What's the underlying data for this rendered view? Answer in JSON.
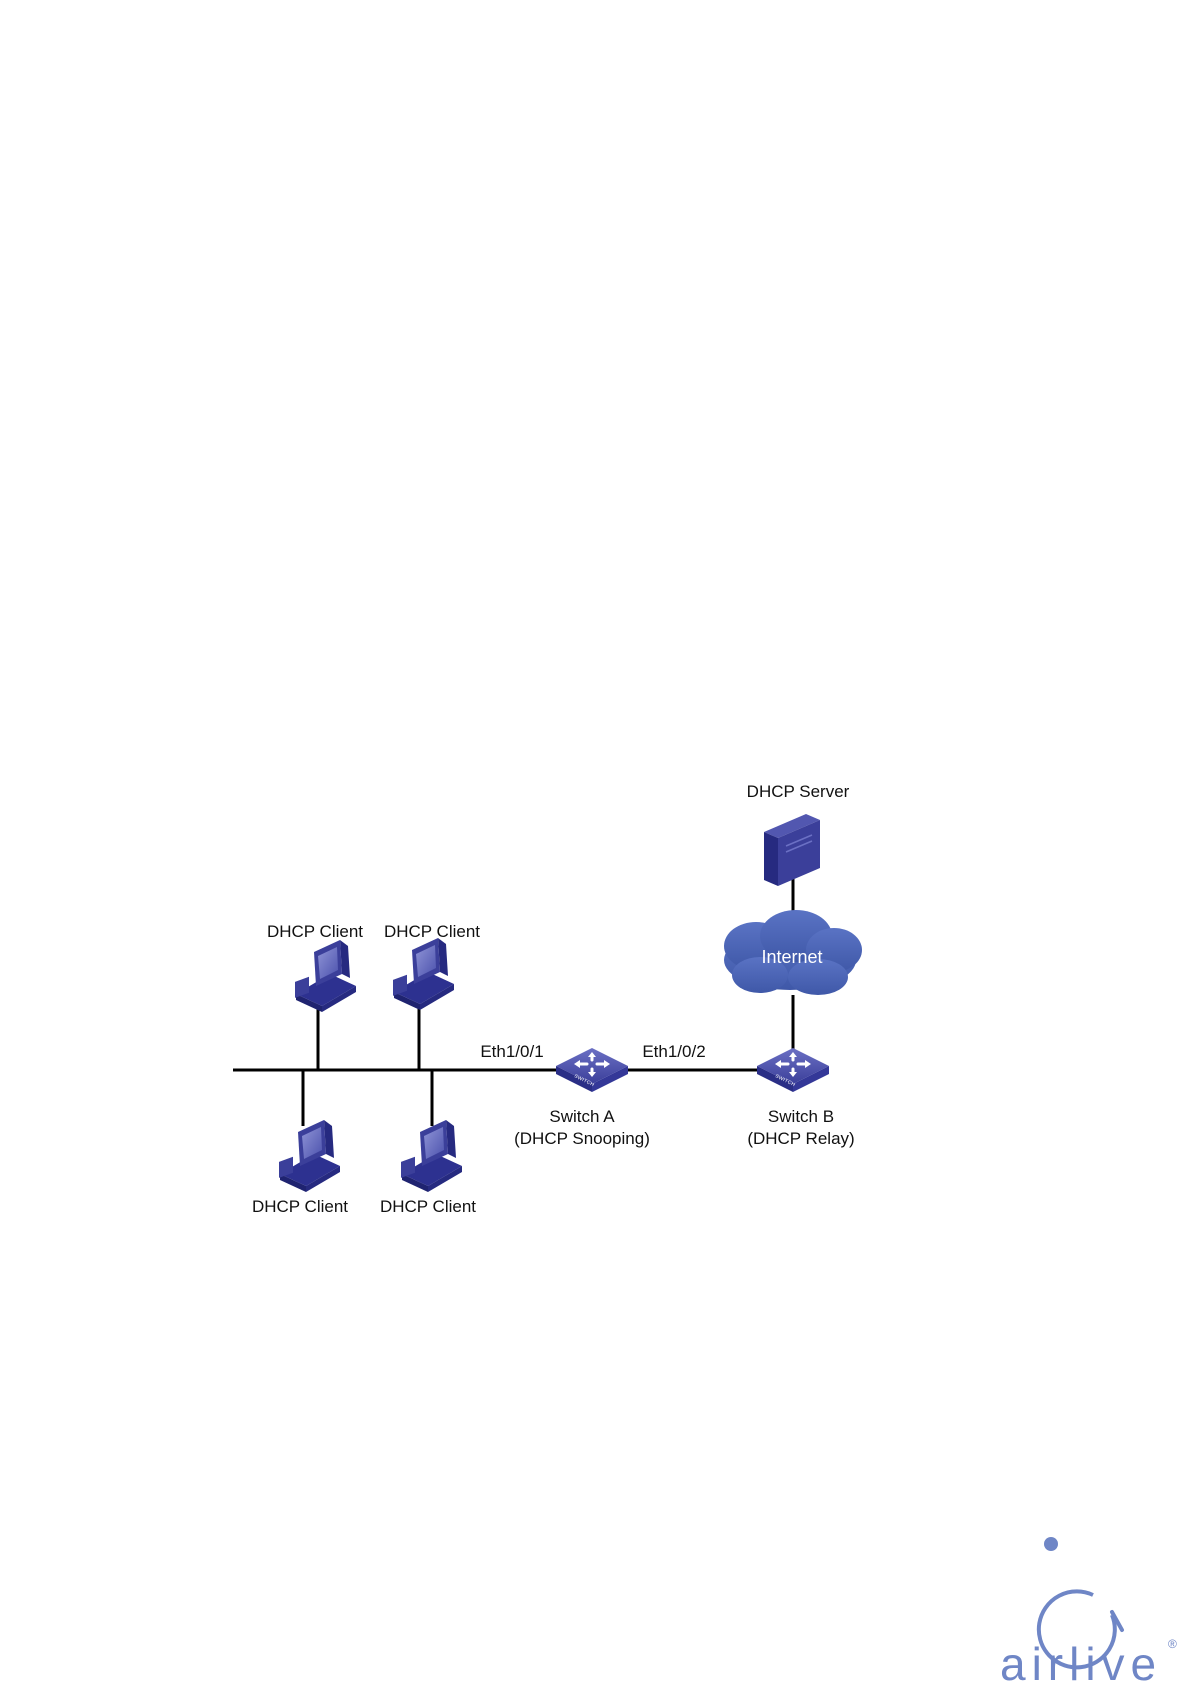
{
  "diagram": {
    "nodes": {
      "dhcp_server": {
        "label": "DHCP Server"
      },
      "internet": {
        "label": "Internet"
      },
      "client_top_1": {
        "label": "DHCP Client"
      },
      "client_top_2": {
        "label": "DHCP Client"
      },
      "client_bottom_1": {
        "label": "DHCP Client"
      },
      "client_bottom_2": {
        "label": "DHCP Client"
      },
      "switch_a": {
        "label": "Switch A",
        "role": "(DHCP Snooping)",
        "badge": "SWITCH"
      },
      "switch_b": {
        "label": "Switch B",
        "role": "(DHCP Relay)",
        "badge": "SWITCH"
      }
    },
    "ports": {
      "switch_a_port": "Eth1/0/1",
      "switch_b_port": "Eth1/0/2"
    },
    "colors": {
      "device_blue": "#3b3f9a",
      "cloud_blue": "#4a62b4",
      "line": "#000000"
    }
  },
  "logo": {
    "text": "airlive",
    "registered": "®",
    "color": "#6f86c6"
  }
}
